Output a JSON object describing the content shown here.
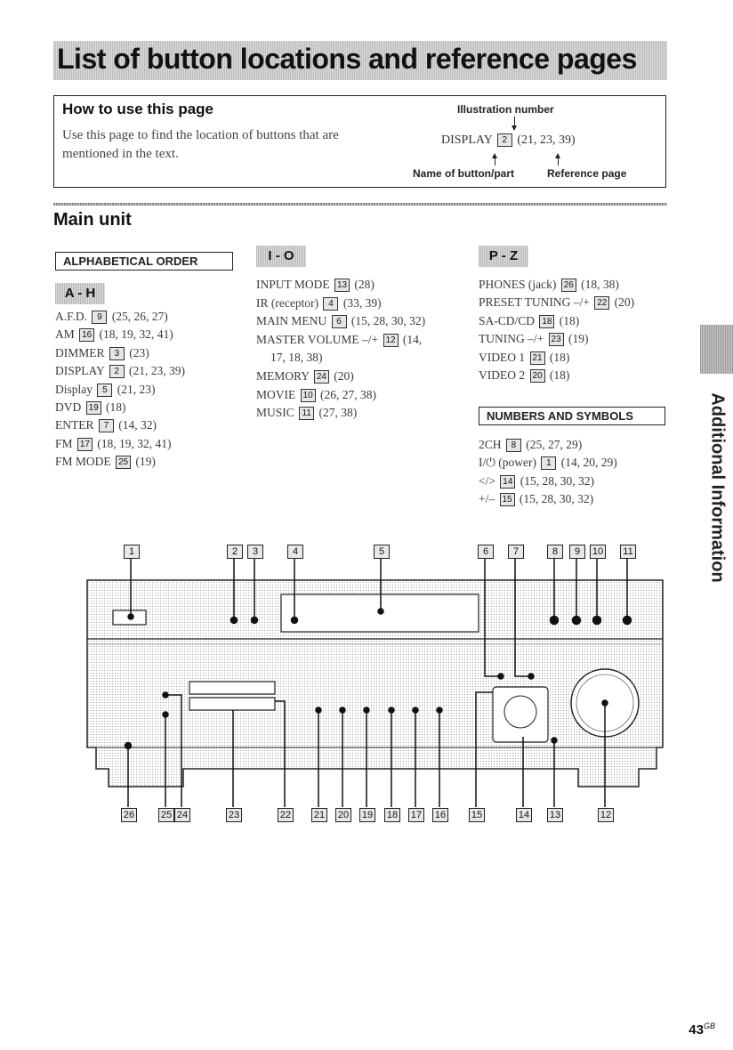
{
  "title": "List of button locations and reference pages",
  "howto": {
    "heading": "How to use this page",
    "body_line1": "Use this page to find the location of buttons that are",
    "body_line2": "mentioned in the text.",
    "illustration_number_label": "Illustration number",
    "example_name": "DISPLAY",
    "example_num": "2",
    "example_pages": "(21, 23, 39)",
    "name_label": "Name of button/part",
    "reference_label": "Reference page"
  },
  "section_heading": "Main unit",
  "columns": {
    "alpha_header": "ALPHABETICAL ORDER",
    "ah_tag": "A - H",
    "io_tag": "I - O",
    "pz_tag": "P - Z",
    "numbers_header": "NUMBERS AND SYMBOLS"
  },
  "ah_entries": [
    {
      "name": "A.F.D.",
      "num": "9",
      "pages": "(25, 26, 27)"
    },
    {
      "name": "AM",
      "num": "16",
      "pages": "(18, 19, 32, 41)"
    },
    {
      "name": "DIMMER",
      "num": "3",
      "pages": "(23)"
    },
    {
      "name": "DISPLAY",
      "num": "2",
      "pages": "(21, 23, 39)"
    },
    {
      "name": "Display",
      "num": "5",
      "pages": "(21, 23)"
    },
    {
      "name": "DVD",
      "num": "19",
      "pages": "(18)"
    },
    {
      "name": "ENTER",
      "num": "7",
      "pages": "(14, 32)"
    },
    {
      "name": "FM",
      "num": "17",
      "pages": "(18, 19, 32, 41)"
    },
    {
      "name": "FM MODE",
      "num": "25",
      "pages": "(19)"
    }
  ],
  "io_entries": [
    {
      "name": "INPUT MODE",
      "num": "13",
      "pages": "(28)"
    },
    {
      "name": "IR (receptor)",
      "num": "4",
      "pages": "(33, 39)"
    },
    {
      "name": "MAIN MENU",
      "num": "6",
      "pages": "(15, 28, 30, 32)"
    },
    {
      "name": "MASTER VOLUME –/+",
      "num": "12",
      "pages": "(14,"
    },
    {
      "name": "",
      "num": "",
      "pages": "17, 18, 38)"
    },
    {
      "name": "MEMORY",
      "num": "24",
      "pages": "(20)"
    },
    {
      "name": "MOVIE",
      "num": "10",
      "pages": "(26, 27, 38)"
    },
    {
      "name": "MUSIC",
      "num": "11",
      "pages": "(27, 38)"
    }
  ],
  "pz_entries": [
    {
      "name": "PHONES (jack)",
      "num": "26",
      "pages": "(18, 38)"
    },
    {
      "name": "PRESET TUNING –/+",
      "num": "22",
      "pages": "(20)"
    },
    {
      "name": "SA-CD/CD",
      "num": "18",
      "pages": "(18)"
    },
    {
      "name": "TUNING –/+",
      "num": "23",
      "pages": "(19)"
    },
    {
      "name": "VIDEO 1",
      "num": "21",
      "pages": "(18)"
    },
    {
      "name": "VIDEO 2",
      "num": "20",
      "pages": "(18)"
    }
  ],
  "symbol_entries": [
    {
      "name": "2CH",
      "num": "8",
      "pages": "(25, 27, 29)"
    },
    {
      "name": "I/⏻ (power)",
      "num": "1",
      "pages": "(14, 20, 29)"
    },
    {
      "name": "</>",
      "num": "14",
      "pages": "(15, 28, 30, 32)"
    },
    {
      "name": "+/–",
      "num": "15",
      "pages": "(15, 28, 30, 32)"
    }
  ],
  "top_callouts": [
    "1",
    "2",
    "3",
    "4",
    "5",
    "6",
    "7",
    "8",
    "9",
    "10",
    "11"
  ],
  "bottom_callouts": [
    "26",
    "25",
    "24",
    "23",
    "22",
    "21",
    "20",
    "19",
    "18",
    "17",
    "16",
    "15",
    "14",
    "13",
    "12"
  ],
  "side_tab_label": "Additional Information",
  "page_number": "43",
  "page_suffix": "GB"
}
